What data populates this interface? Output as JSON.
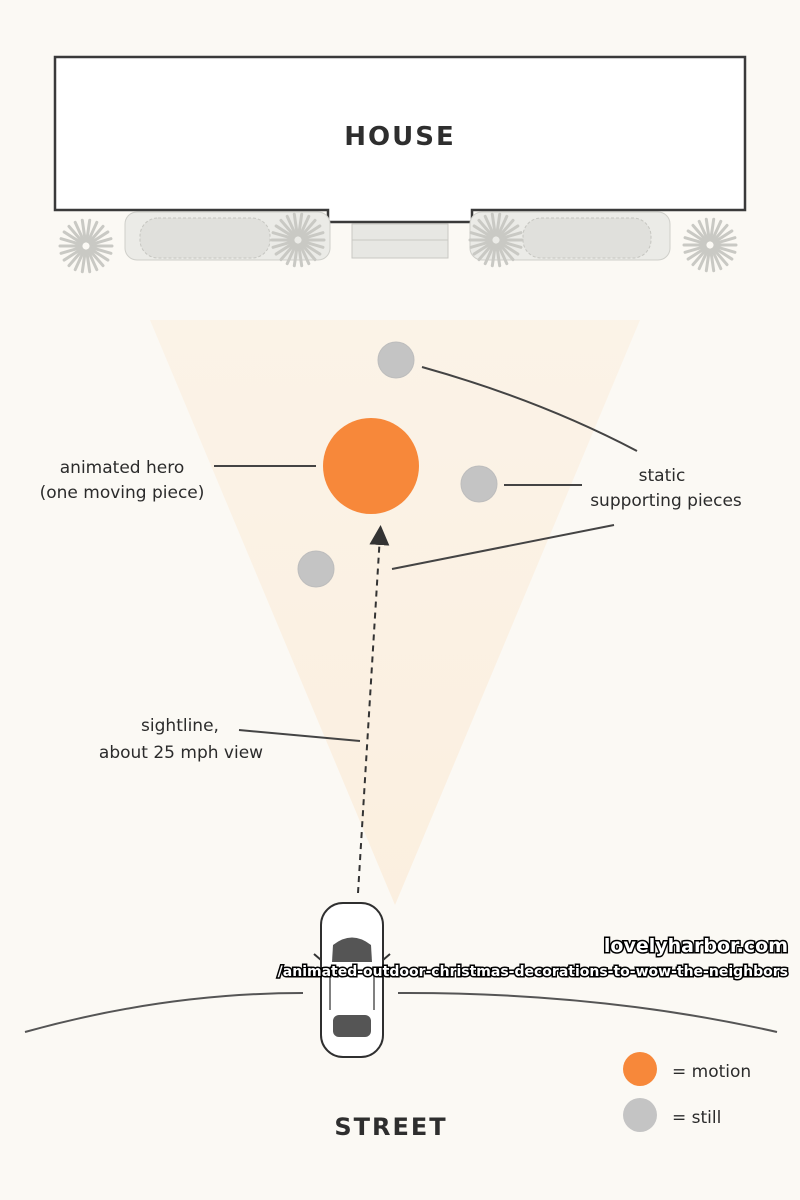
{
  "labels": {
    "house": "HOUSE",
    "street": "STREET",
    "hero_line1": "animated hero",
    "hero_line2": "(one moving piece)",
    "static_line1": "static",
    "static_line2": "supporting pieces",
    "sight_line1": "sightline,",
    "sight_line2": "about 25 mph view"
  },
  "legend": {
    "motion_label": "= motion",
    "still_label": "= still"
  },
  "watermark": {
    "line1": "lovelyharbor.com",
    "line2": "/animated-outdoor-christmas-decorations-to-wow-the-neighbors"
  },
  "colors": {
    "motion": "#f7883a",
    "still": "#c4c4c4",
    "cone": "#fbeedd",
    "background": "#fbf9f4"
  }
}
